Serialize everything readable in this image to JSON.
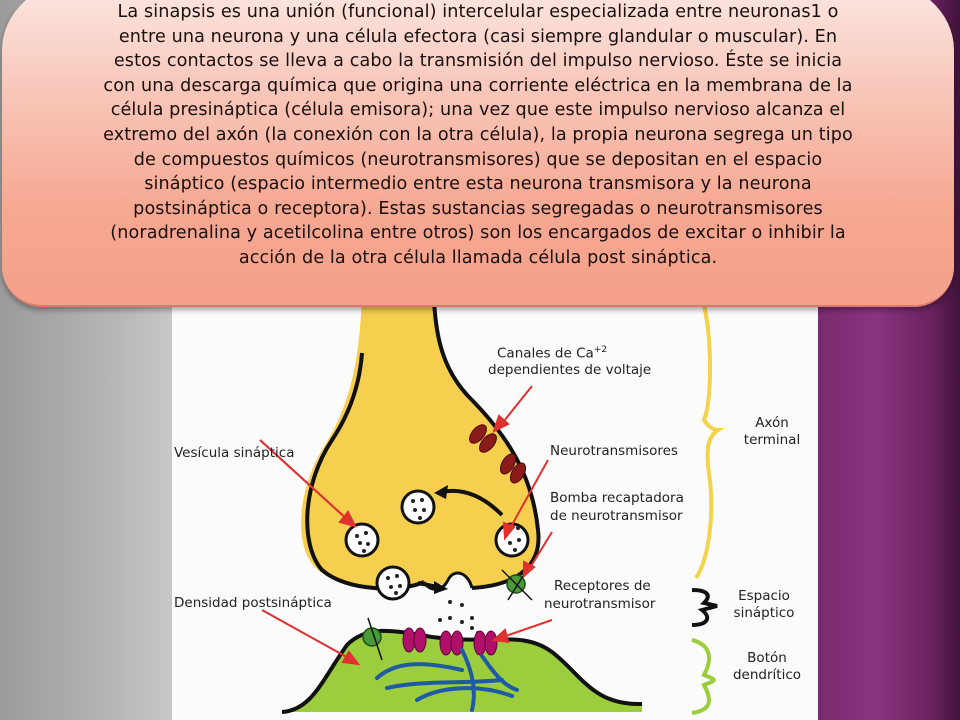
{
  "slide": {
    "paragraph_lines": [
      "La sinapsis es una unión (funcional) intercelular especializada entre neuronas1 o",
      "entre una neurona y una célula efectora (casi siempre glandular o muscular). En",
      "estos contactos se lleva a cabo la transmisión del impulso nervioso. Éste se inicia",
      "con una descarga química que origina una corriente eléctrica en la membrana de la",
      "célula presináptica (célula emisora); una vez que este impulso nervioso alcanza el",
      "extremo del axón (la conexión con la otra célula), la propia neurona segrega un tipo",
      "de compuestos químicos (neurotransmisores) que se depositan en el espacio",
      "sináptico (espacio intermedio entre esta neurona transmisora y la neurona",
      "postsináptica o receptora). Estas sustancias segregadas o neurotransmisores",
      "(noradrenalina y acetilcolina entre otros) son los encargados de excitar o inhibir la",
      "acción de la otra célula llamada célula post sináptica."
    ]
  },
  "diagram": {
    "labels": {
      "canales_line1": "Canales de Ca",
      "canales_sup": "+2",
      "canales_line2": "dependientes de voltaje",
      "vesicula": "Vesícula sináptica",
      "neurotransmisores": "Neurotransmisores",
      "bomba_line1": "Bomba recaptadora",
      "bomba_line2": "de neurotransmisor",
      "densidad": "Densidad postsináptica",
      "receptores_line1": "Receptores de",
      "receptores_line2": "neurotransmisor",
      "axon_line1": "Axón",
      "axon_line2": "terminal",
      "espacio_line1": "Espacio",
      "espacio_line2": "sináptico",
      "boton_line1": "Botón",
      "boton_line2": "dendrítico"
    },
    "colors": {
      "presynaptic_fill": "#f7cf4f",
      "postsynaptic_fill": "#9bcd3c",
      "channel": "#8b1a1a",
      "receptor": "#b0106a",
      "pump": "#4a9a3a",
      "filaments": "#1f5aa6",
      "arrow": "#e03030",
      "brace_axon": "#f2d34a",
      "brace_espacio": "#111111",
      "brace_boton": "#9bcd3c"
    }
  }
}
